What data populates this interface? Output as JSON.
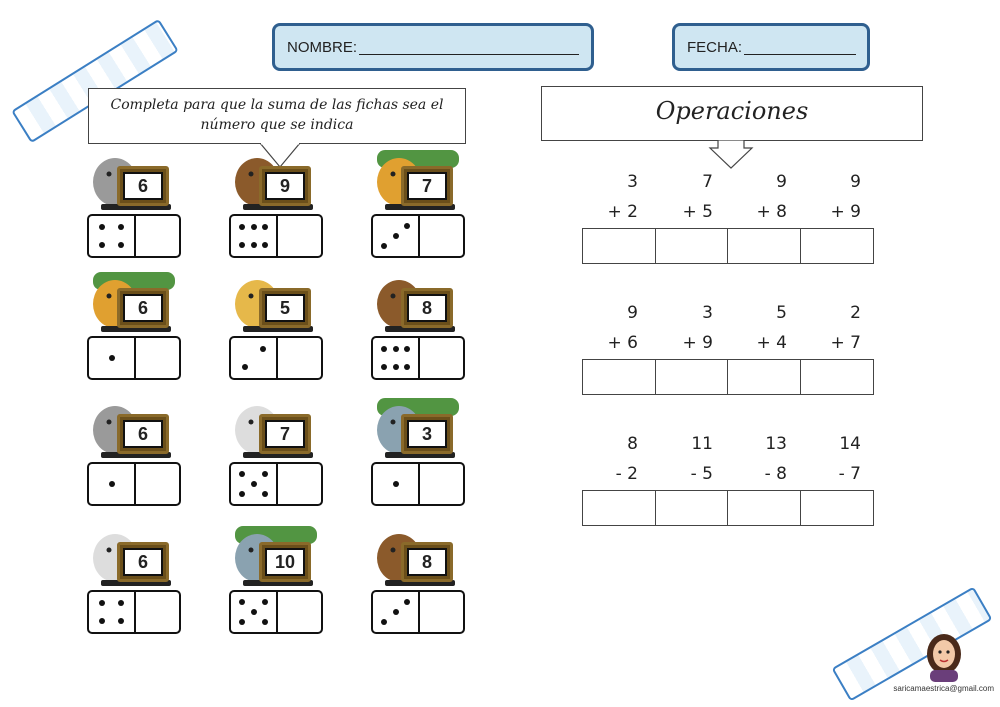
{
  "header": {
    "nombre_label": "NOMBRE:",
    "fecha_label": "FECHA:"
  },
  "instructions": {
    "left_line1": "Completa para que la suma de las fichas sea el",
    "left_line2": "número que se indica",
    "right_title": "Operaciones"
  },
  "dominoes": [
    {
      "animal": "elephant",
      "target": "6",
      "left_pips": 4
    },
    {
      "animal": "monkey",
      "target": "9",
      "left_pips": 6
    },
    {
      "animal": "giraffe",
      "target": "7",
      "left_pips": 3
    },
    {
      "animal": "giraffe",
      "target": "6",
      "left_pips": 1
    },
    {
      "animal": "lion",
      "target": "5",
      "left_pips": 2
    },
    {
      "animal": "monkey",
      "target": "8",
      "left_pips": 6
    },
    {
      "animal": "elephant",
      "target": "6",
      "left_pips": 1
    },
    {
      "animal": "zebra",
      "target": "7",
      "left_pips": 5
    },
    {
      "animal": "hippo",
      "target": "3",
      "left_pips": 1
    },
    {
      "animal": "zebra",
      "target": "6",
      "left_pips": 4
    },
    {
      "animal": "hippo",
      "target": "10",
      "left_pips": 5
    },
    {
      "animal": "monkey",
      "target": "8",
      "left_pips": 3
    }
  ],
  "operations": [
    {
      "top": [
        "3",
        "7",
        "9",
        "9"
      ],
      "bottom": [
        "+ 2",
        "+ 5",
        "+ 8",
        "+ 9"
      ]
    },
    {
      "top": [
        "9",
        "3",
        "5",
        "2"
      ],
      "bottom": [
        "+ 6",
        "+ 9",
        "+ 4",
        "+ 7"
      ]
    },
    {
      "top": [
        "8",
        "11",
        "13",
        "14"
      ],
      "bottom": [
        "- 2",
        "- 5",
        "- 8",
        "- 7"
      ]
    }
  ],
  "footer": {
    "email": "saricamaestrica@gmail.com"
  },
  "colors": {
    "header_fill": "#cfe6f2",
    "header_border": "#2f5f8f",
    "ribbon_border": "#3b7fc4"
  }
}
